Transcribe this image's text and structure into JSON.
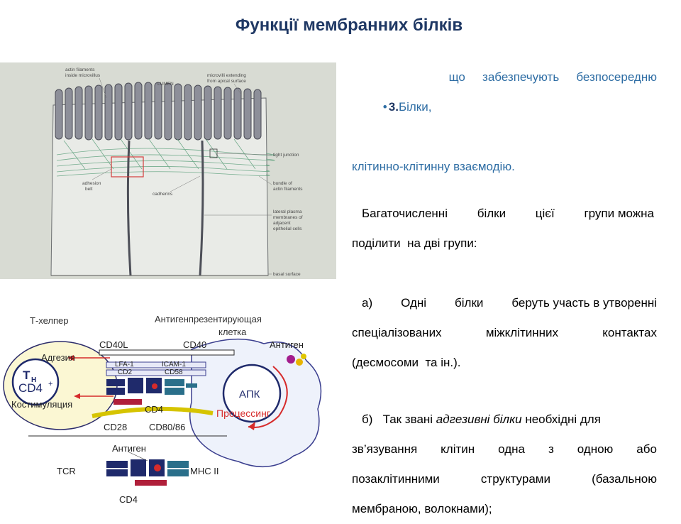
{
  "slide": {
    "title": "Функції мембранних білків"
  },
  "microvilli_figure": {
    "labels": {
      "actin_filaments": "actin filaments",
      "inside_microvillus": "inside microvillus",
      "lumen": "LUMEN",
      "microvilli_extending": "microvilli extending",
      "from_apical": "from apical surface",
      "tight_junction": "tight junction",
      "adhesion": "adhesion",
      "belt": "belt",
      "cadherins": "cadherins",
      "bundle_of": "bundle of",
      "actin_filaments_2": "actin filaments",
      "lateral_plasma": "lateral plasma",
      "membranes_of": "membranes of",
      "adjacent": "adjacent",
      "epithelial_cells": "epithelial cells",
      "basal_surface": "basal surface"
    }
  },
  "immune_figure": {
    "labels": {
      "t_helper": "Т-хелпер",
      "apc_title_1": "Антигенпрезентирующая",
      "apc_title_2": "клетка",
      "cd40l": "CD40L",
      "cd40": "CD40",
      "antigen_top": "Антиген",
      "adhesion": "Адгезия",
      "lfa1": "LFA-1",
      "icam1": "ICAM-1",
      "cd2": "CD2",
      "cd58": "CD58",
      "th": "T",
      "th_sub": "H",
      "cd4plus": "CD4",
      "plus": "+",
      "costim": "Костимуляция",
      "apk": "АПК",
      "cd4_mid": "CD4",
      "processing": "Процессинг",
      "cd28": "CD28",
      "cd80_86": "CD80/86",
      "antigen_bottom": "Антиген",
      "tcr": "TCR",
      "mhc2": "MHC II",
      "cd4_bottom": "CD4"
    }
  },
  "text": {
    "bullet": "•",
    "heading_num": "3.",
    "heading_words": [
      "Білки,",
      "що",
      "забезпечують",
      "безпосередню"
    ],
    "heading_line2": "клітинно-клітинну взаємодію.",
    "intro_words": [
      "Багаточисленні",
      "білки",
      "цієї",
      "групи можна"
    ],
    "intro_line2": "поділити  на дві групи:",
    "a_words": [
      "а)",
      "Одні",
      "білки",
      "беруть участь в утворенні"
    ],
    "a_line2_words": [
      "спеціалізованих",
      "міжклітинних",
      "контактах"
    ],
    "a_line3": "(десмосоми  та ін.).",
    "b_prefix": "б)   Так звані ",
    "b_italic": "адгезивні білки",
    "b_suffix": " необхідні для",
    "b_line2_words": [
      "зв’язування",
      "клітин",
      "одна",
      "з",
      "одною",
      "або"
    ],
    "b_line3_words": [
      "позаклітинними",
      "структурами",
      "(базальною"
    ],
    "b_line4": "мембраною, волокнами);"
  }
}
